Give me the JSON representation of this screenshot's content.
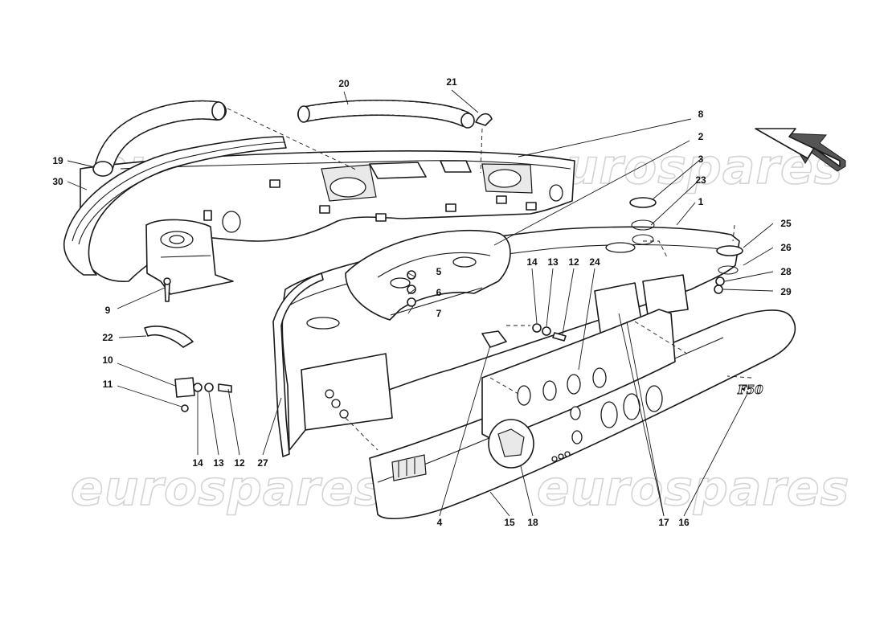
{
  "diagram": {
    "watermark_text": "eurospares",
    "badge_text": "F50",
    "callouts": [
      "20",
      "21",
      "8",
      "2",
      "19",
      "30",
      "3",
      "23",
      "1",
      "25",
      "26",
      "28",
      "29",
      "9",
      "22",
      "10",
      "11",
      "14",
      "13",
      "12",
      "27",
      "5",
      "6",
      "7",
      "14",
      "13",
      "12",
      "24",
      "4",
      "15",
      "18",
      "17",
      "16"
    ]
  }
}
